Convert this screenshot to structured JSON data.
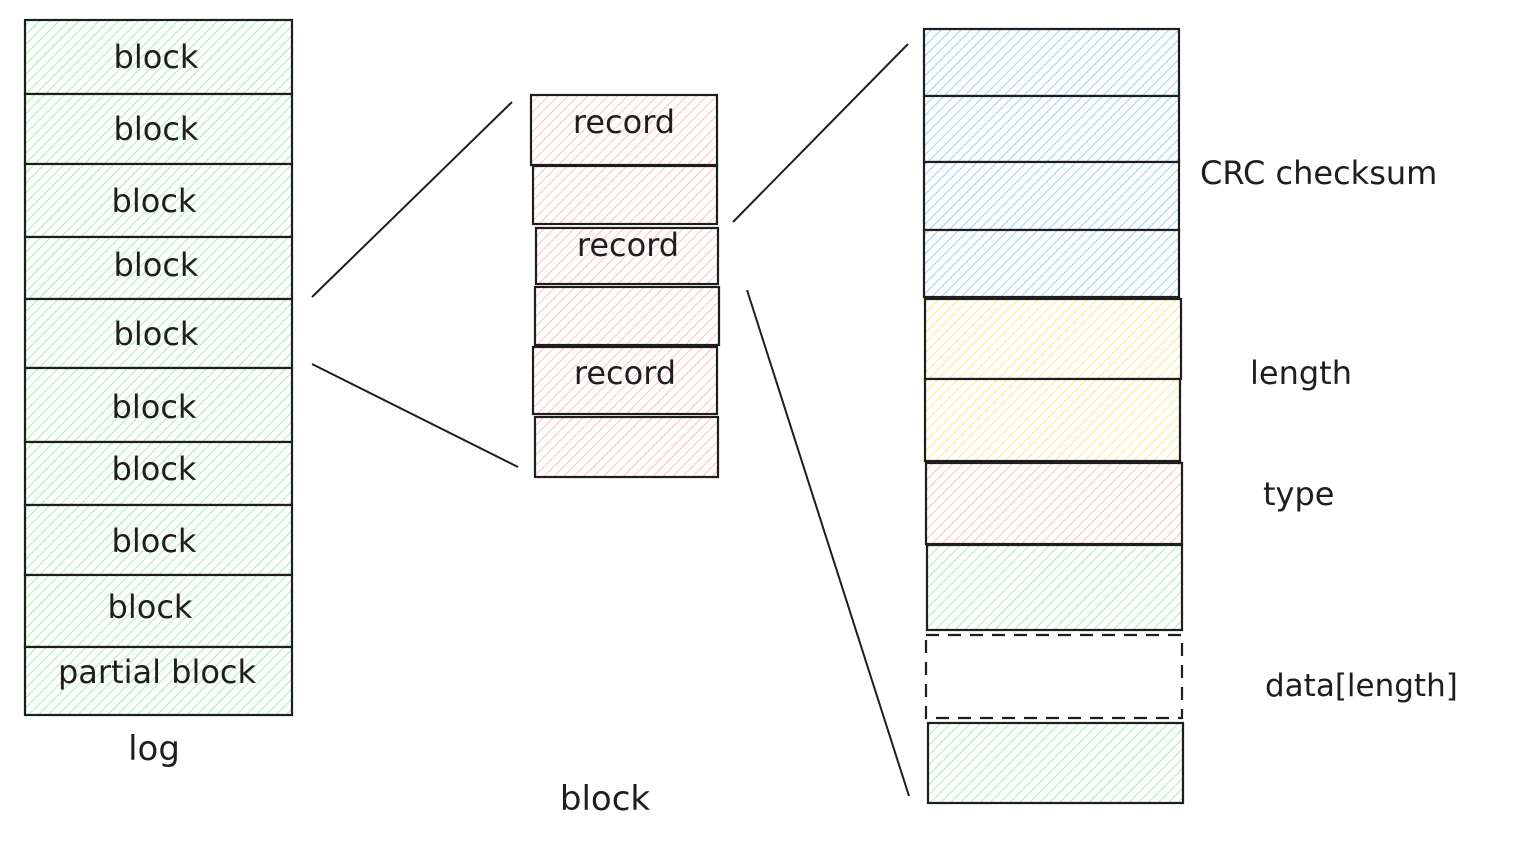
{
  "log": {
    "caption": "log",
    "cells": [
      "block",
      "block",
      "block",
      "block",
      "block",
      "block",
      "block",
      "block",
      "block",
      "partial block"
    ]
  },
  "block": {
    "caption": "block",
    "cells": [
      "record",
      "",
      "record",
      "",
      "record",
      ""
    ]
  },
  "record": {
    "labels": {
      "crc": "CRC checksum",
      "length": "length",
      "type": "type",
      "data": "data[length]"
    }
  },
  "colors": {
    "green": "#b2f2bb",
    "red": "#ffc9c9",
    "blue": "#a5d8ff",
    "yellow": "#ffec99",
    "stroke": "#1e1e1e"
  }
}
